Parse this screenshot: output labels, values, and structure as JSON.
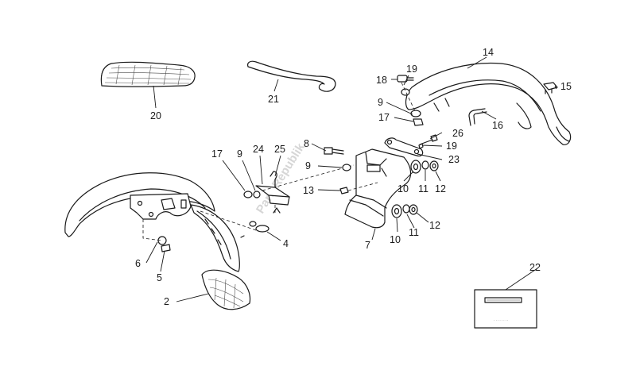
{
  "watermark": "PartsRepublik",
  "labels": {
    "l2": "2",
    "l4": "4",
    "l5": "5",
    "l6": "6",
    "l7": "7",
    "l8": "8",
    "l9a": "9",
    "l9b": "9",
    "l9c": "9",
    "l10a": "10",
    "l10b": "10",
    "l11a": "11",
    "l11b": "11",
    "l12a": "12",
    "l12b": "12",
    "l13": "13",
    "l14": "14",
    "l15": "15",
    "l16": "16",
    "l17a": "17",
    "l17b": "17",
    "l18": "18",
    "l19a": "19",
    "l19b": "19",
    "l20": "20",
    "l21": "21",
    "l22": "22",
    "l23": "23",
    "l24": "24",
    "l25": "25",
    "l26": "26"
  },
  "colors": {
    "line": "#1a1a1a",
    "watermark": "#d6d6d6"
  }
}
